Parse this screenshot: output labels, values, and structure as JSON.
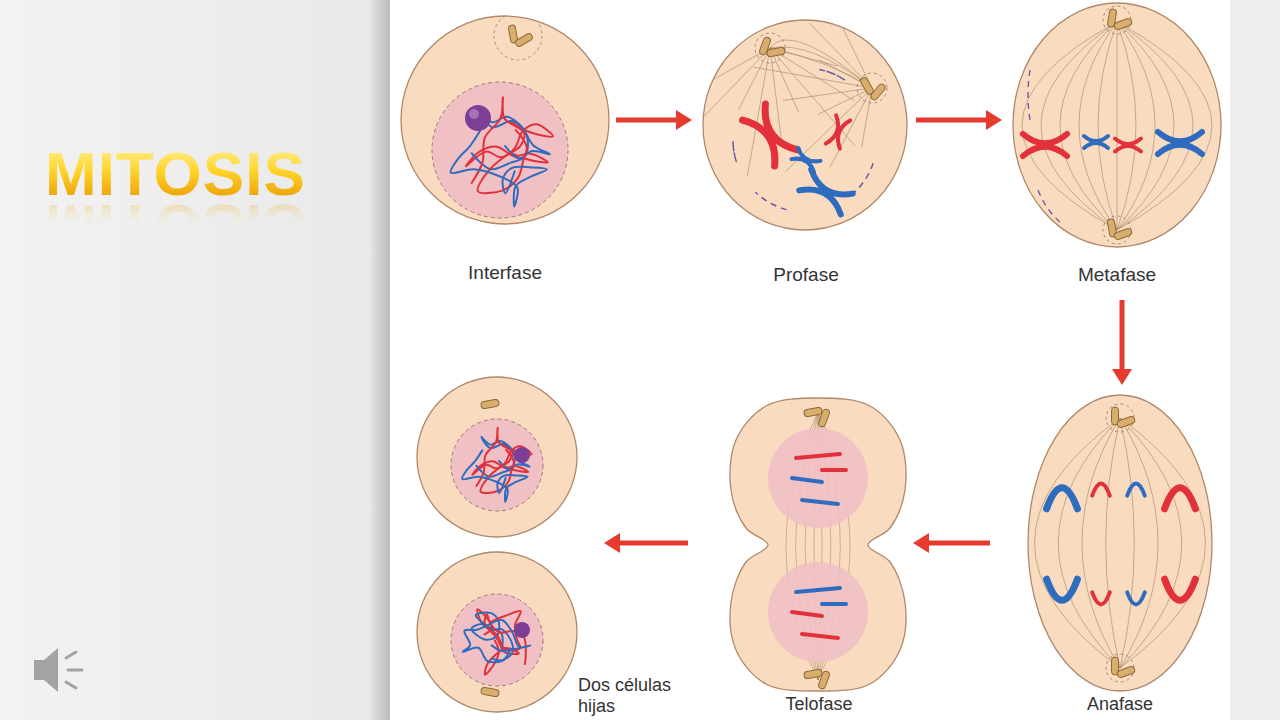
{
  "diagram": {
    "title": "MITOSIS",
    "nodes": [
      {
        "text": [
          "Interfase"
        ]
      },
      {
        "text": [
          "Profase"
        ]
      },
      {
        "text": [
          "Metafase"
        ]
      },
      {
        "text": [
          "Anafase"
        ]
      },
      {
        "text": [
          "Telofase"
        ]
      },
      {
        "text": [
          "Dos células hijas"
        ]
      }
    ],
    "edges": [
      {
        "from": 0,
        "to": 1,
        "arrow": "to"
      },
      {
        "from": 1,
        "to": 2,
        "arrow": "to"
      },
      {
        "from": 2,
        "to": 3,
        "arrow": "to"
      },
      {
        "from": 3,
        "to": 4,
        "arrow": "to"
      },
      {
        "from": 4,
        "to": 5,
        "arrow": "to"
      }
    ]
  }
}
